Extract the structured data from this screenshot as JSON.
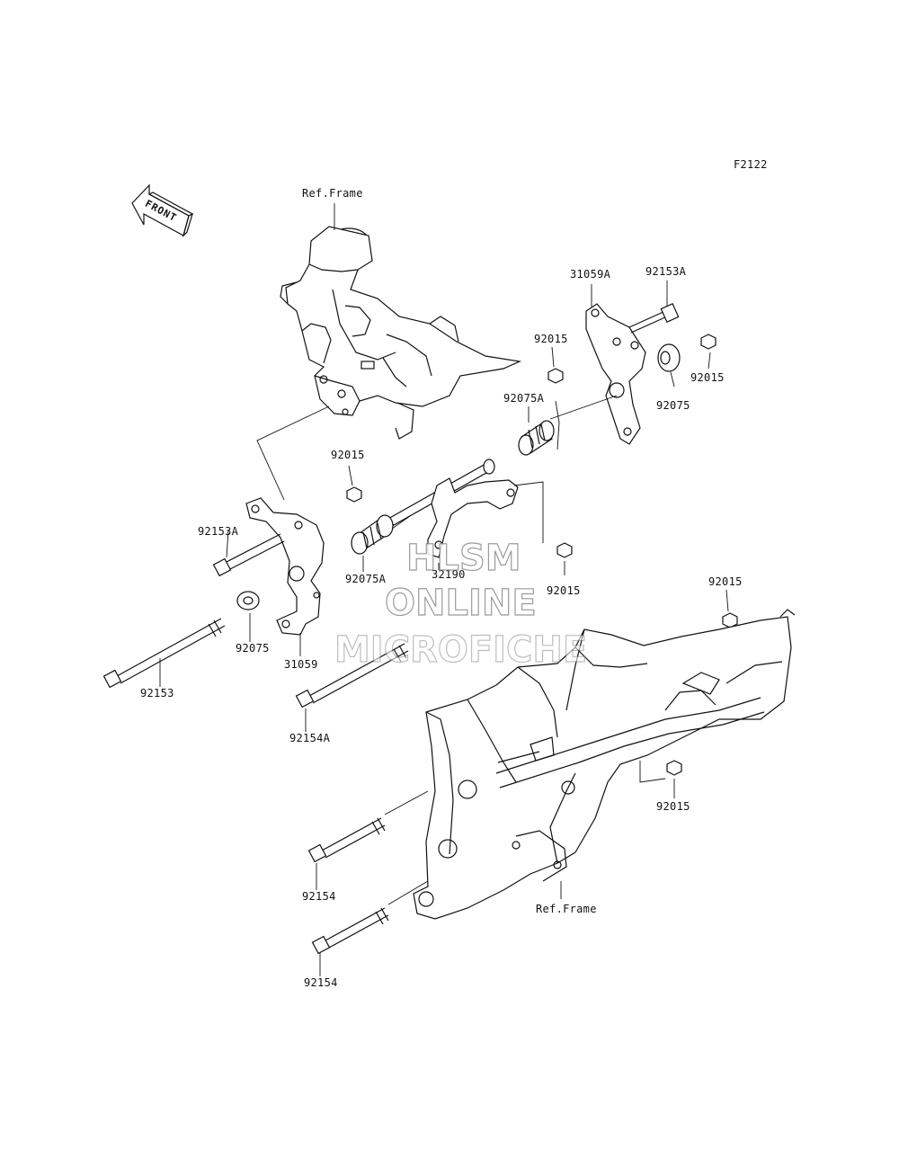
{
  "diagram_code": "F2122",
  "front_label": "FRONT",
  "watermark": {
    "line1": "HLSM",
    "line2": "ONLINE",
    "line3": "MICROFICHE"
  },
  "labels": {
    "ref_frame_top": "Ref.Frame",
    "ref_frame_bottom": "Ref.Frame",
    "p31059A": "31059A",
    "p92153A_top": "92153A",
    "p92015_a": "92015",
    "p92015_b": "92015",
    "p92075A_top": "92075A",
    "p92075_right": "92075",
    "p92015_c": "92015",
    "p92153A_left": "92153A",
    "p92075A_mid": "92075A",
    "p32190": "32190",
    "p92015_d": "92015",
    "p92015_e": "92015",
    "p92075_left": "92075",
    "p31059": "31059",
    "p92153": "92153",
    "p92154A": "92154A",
    "p92015_f": "92015",
    "p92154_a": "92154",
    "p92154_b": "92154"
  }
}
